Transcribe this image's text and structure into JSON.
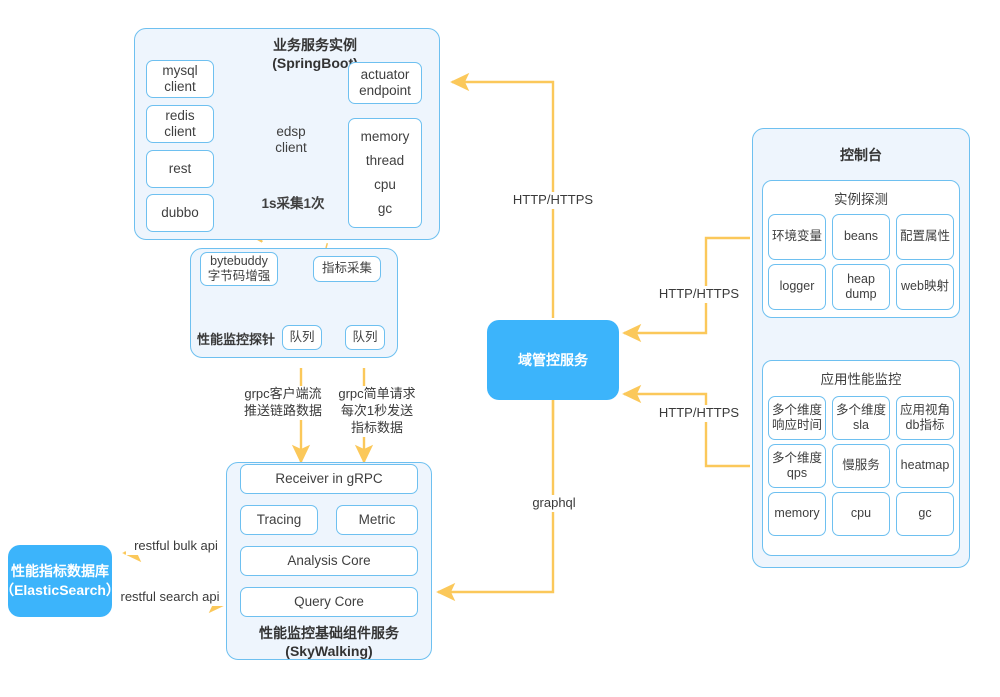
{
  "diagram": {
    "title_hidden": "APM architecture",
    "colors": {
      "accent_blue": "#3cb4fb",
      "panel_fill": "#eef5fd",
      "panel_border": "#6ec0f0",
      "arrow": "#fbc85a",
      "text": "#3f3f3f"
    }
  },
  "springboot": {
    "title_line1": "业务服务实例",
    "title_line2": "(SpringBoot)",
    "left_clients": [
      {
        "line1": "mysql",
        "line2": "client"
      },
      {
        "line1": "redis",
        "line2": "client"
      },
      {
        "line1": "rest",
        "line2": ""
      },
      {
        "line1": "dubbo",
        "line2": ""
      }
    ],
    "center_client": {
      "line1": "edsp",
      "line2": "client"
    },
    "sample_note": "1s采集1次",
    "right_top": {
      "line1": "actuator",
      "line2": "endpoint"
    },
    "right_metrics": [
      "memory",
      "thread",
      "cpu",
      "gc"
    ]
  },
  "probe": {
    "title": "性能监控探针",
    "bytebuddy": {
      "line1": "bytebuddy",
      "line2": "字节码增强"
    },
    "metric_collect": "指标采集",
    "queue_left": "队列",
    "queue_right": "队列"
  },
  "skywalking": {
    "receiver": "Receiver in gRPC",
    "tracing": "Tracing",
    "metric": "Metric",
    "analysis_core": "Analysis Core",
    "query_core": "Query Core",
    "title_line1": "性能监控基础组件服务",
    "title_line2": "(SkyWalking)"
  },
  "elasticsearch": {
    "line1": "性能指标数据库",
    "line2": "（ElasticSearch）"
  },
  "domain_service": {
    "label": "域管控服务"
  },
  "console": {
    "title": "控制台",
    "sections": [
      {
        "title": "实例探测",
        "items": [
          {
            "line1": "环境变量",
            "line2": ""
          },
          {
            "line1": "beans",
            "line2": ""
          },
          {
            "line1": "配置属性",
            "line2": ""
          },
          {
            "line1": "logger",
            "line2": ""
          },
          {
            "line1": "heap",
            "line2": "dump"
          },
          {
            "line1": "web映射",
            "line2": ""
          }
        ]
      },
      {
        "title": "应用性能监控",
        "items": [
          {
            "line1": "多个维度",
            "line2": "响应时间"
          },
          {
            "line1": "多个维度",
            "line2": "sla"
          },
          {
            "line1": "应用视角",
            "line2": "db指标"
          },
          {
            "line1": "多个维度",
            "line2": "qps"
          },
          {
            "line1": "慢服务",
            "line2": ""
          },
          {
            "line1": "heatmap",
            "line2": ""
          },
          {
            "line1": "memory",
            "line2": ""
          },
          {
            "line1": "cpu",
            "line2": ""
          },
          {
            "line1": "gc",
            "line2": ""
          }
        ]
      }
    ]
  },
  "edges": {
    "http_top": "HTTP/HTTPS",
    "http_console_upper": "HTTP/HTTPS",
    "http_console_lower": "HTTP/HTTPS",
    "graphql": "graphql",
    "grpc_stream": "grpc客户端流\n推送链路数据",
    "grpc_simple": "grpc简单请求\n每次1秒发送\n指标数据",
    "restful_bulk": "restful bulk api",
    "restful_search": "restful search api"
  }
}
